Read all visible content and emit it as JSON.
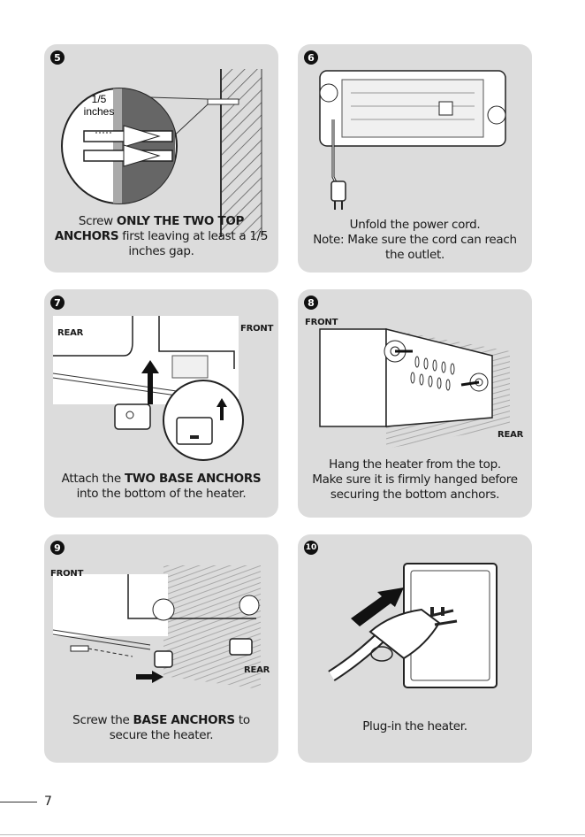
{
  "steps": [
    {
      "num": "5",
      "cap_a": "Screw ",
      "cap_b": "ONLY THE TWO TOP ANCHORS",
      "cap_c": " first leaving at least a 1/5 inches gap.",
      "fig_1": "1/5",
      "fig_2": "inches"
    },
    {
      "num": "6",
      "cap_1": "Unfold the power cord.",
      "cap_2": "Note: Make sure the cord can reach the outlet."
    },
    {
      "num": "7",
      "cap_a": "Attach the ",
      "cap_b": "TWO BASE ANCHORS",
      "cap_c": " into the bottom of the heater.",
      "rear": "REAR",
      "front": "FRONT"
    },
    {
      "num": "8",
      "cap_1": "Hang the heater from the top.",
      "cap_2": "Make sure it is firmly hanged before securing the bottom anchors.",
      "front": "FRONT",
      "rear": "REAR"
    },
    {
      "num": "9",
      "cap_a": "Screw the ",
      "cap_b": "BASE ANCHORS",
      "cap_c": " to secure the heater.",
      "front": "FRONT",
      "rear": "REAR"
    },
    {
      "num": "10",
      "cap_1": "Plug-in the heater."
    }
  ],
  "page_number": "7"
}
